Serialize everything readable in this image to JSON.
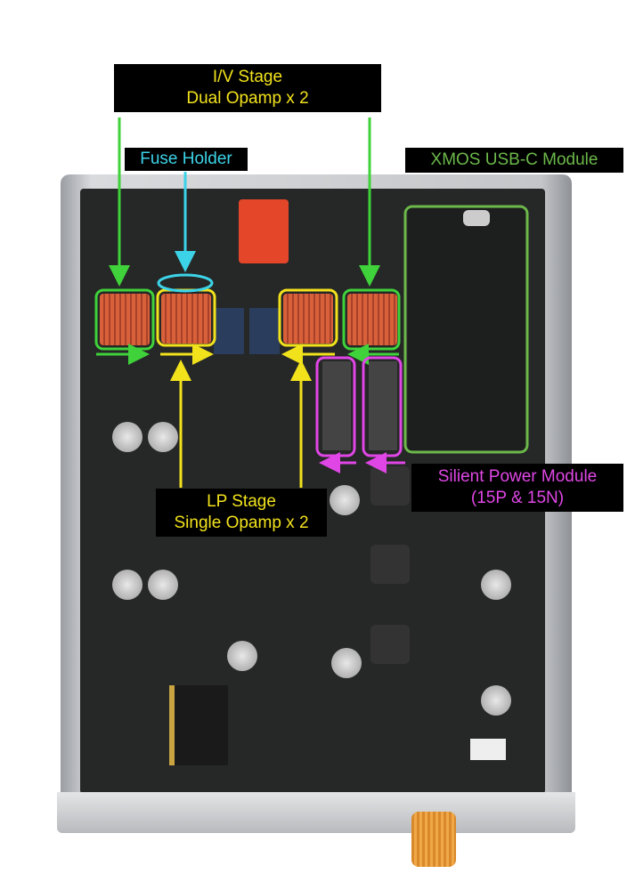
{
  "labels": {
    "iv_stage": {
      "line1": "I/V Stage",
      "line2": "Dual Opamp x 2"
    },
    "fuse_holder": "Fuse Holder",
    "xmos": "XMOS USB-C Module",
    "lp_stage": {
      "line1": "LP Stage",
      "line2": "Single Opamp x 2"
    },
    "power_module": {
      "line1": "Silient Power Module",
      "line2": "(15P & 15N)"
    }
  },
  "colors": {
    "iv": "#3fd23a",
    "lp": "#f2e21c",
    "fuse": "#3cd3e8",
    "xmos": "#6cb84a",
    "power": "#e046e6"
  }
}
